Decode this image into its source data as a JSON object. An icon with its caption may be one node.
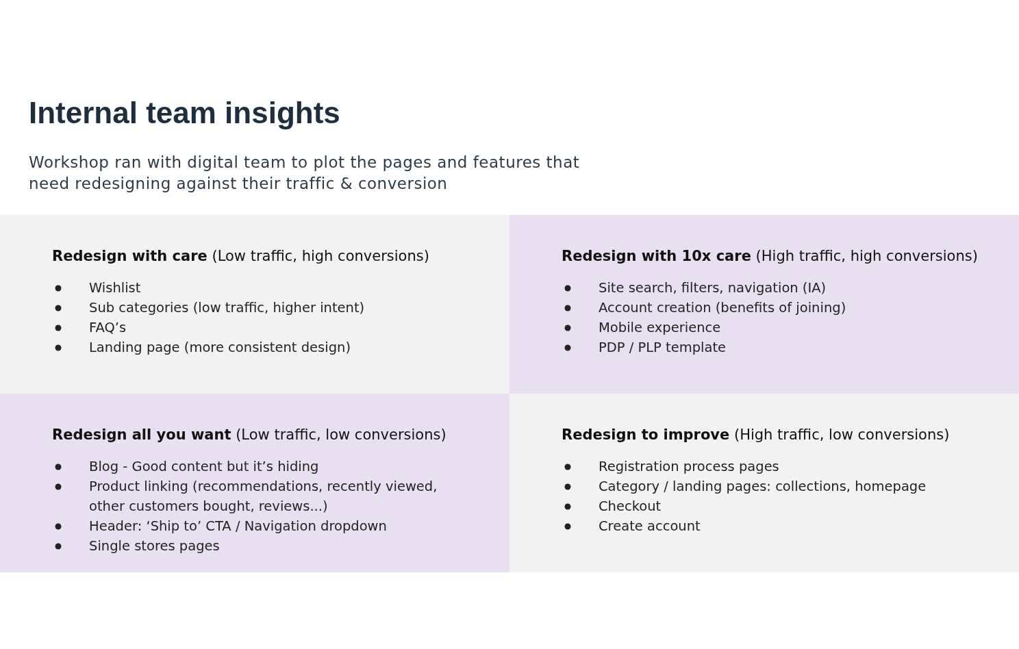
{
  "diagram": {
    "title": "Internal team insights",
    "caption": "Workshop ran with digital team to plot the pages and features that need redesigning against their traffic & conversion",
    "nodes": [
      {
        "text": [
          "**Redesign with care** (Low traffic, high conversions)",
          "Wishlist",
          "Sub categories (low traffic, higher intent)",
          "FAQ’s",
          "Landing page (more consistent design)"
        ]
      },
      {
        "text": [
          "**Redesign with 10x care** (High traffic, high conversions)",
          "Site search, filters, navigation (IA)",
          "Account creation (benefits of joining)",
          "Mobile experience",
          "PDP / PLP template"
        ]
      },
      {
        "text": [
          "**Redesign all you want** (Low traffic, low conversions)",
          "Blog - Good content but it’s hiding",
          "Product linking (recommendations, recently viewed, other customers bought, reviews...)",
          "Header: ‘Ship to’ CTA / Navigation dropdown",
          "Single stores pages"
        ]
      },
      {
        "text": [
          "**Redesign to improve** (High traffic, low conversions)",
          "Registration process pages",
          "Category / landing pages: collections, homepage",
          "Checkout",
          "Create account"
        ]
      }
    ]
  }
}
